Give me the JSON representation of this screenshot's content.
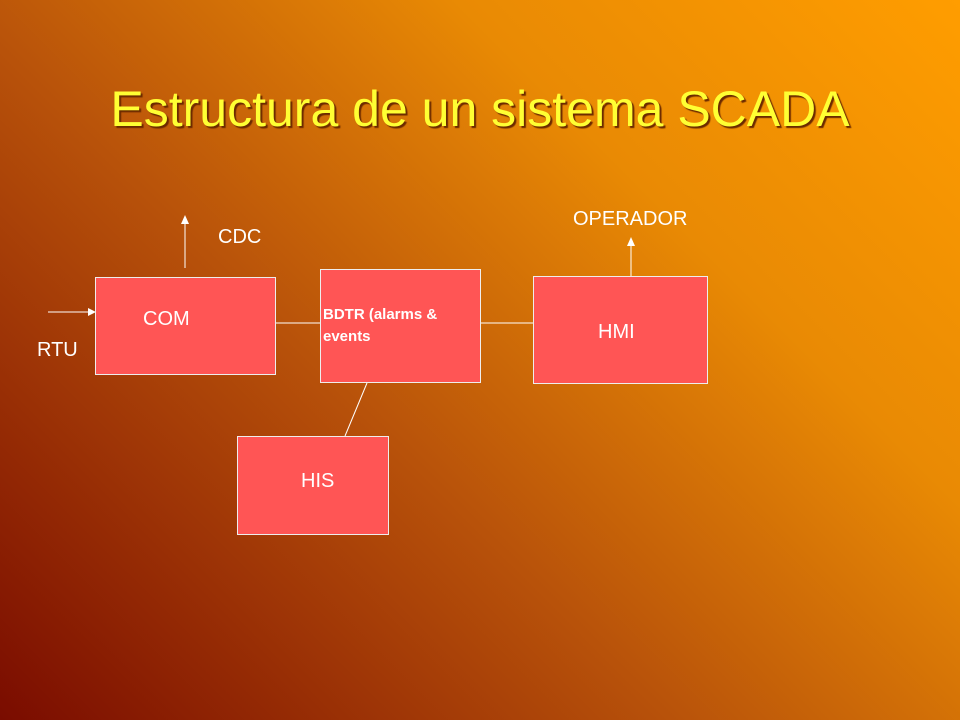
{
  "title": "Estructura de un sistema SCADA",
  "diagram": {
    "boxes": {
      "com": "COM",
      "bdtr": "BDTR (alarms & events",
      "hmi": "HMI",
      "his": "HIS"
    },
    "labels": {
      "rtu": "RTU",
      "cdc": "CDC",
      "operador": "OPERADOR"
    }
  },
  "colors": {
    "box_fill": "#ff5555",
    "title": "#ffff33"
  }
}
